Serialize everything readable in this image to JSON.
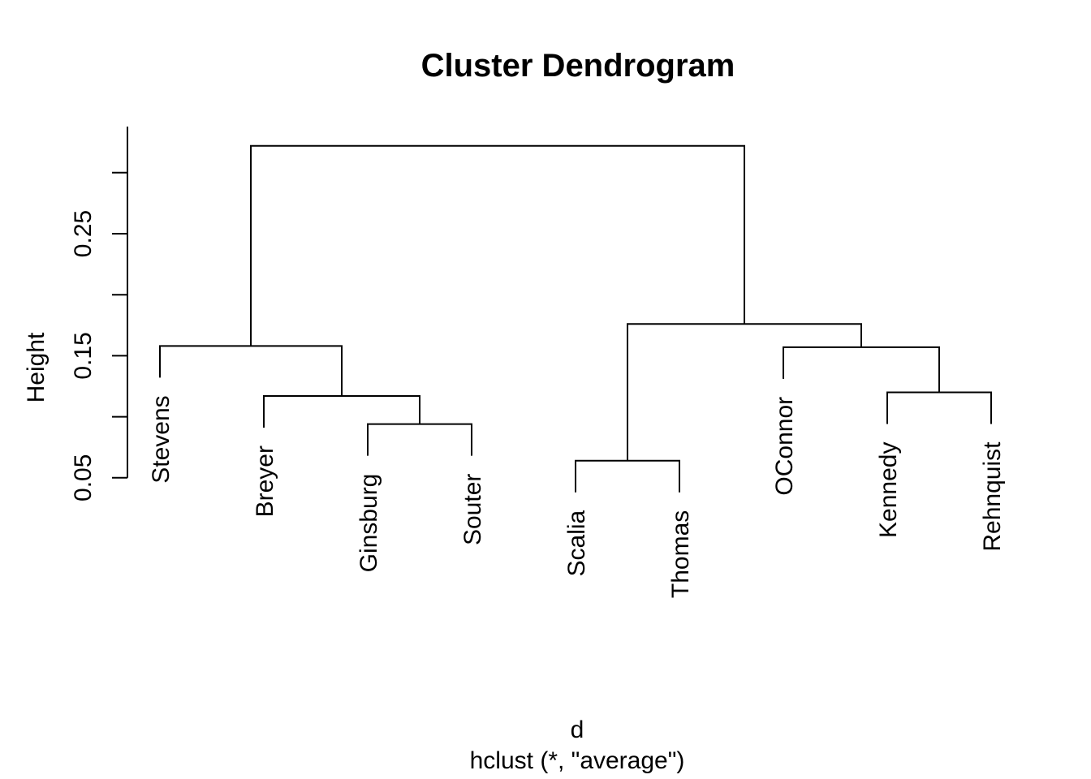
{
  "title": "Cluster Dendrogram",
  "y_axis": {
    "label": "Height",
    "tick_values": [
      0.05,
      0.1,
      0.15,
      0.2,
      0.25,
      0.3
    ],
    "tick_labels": [
      "0.05",
      "",
      "0.15",
      "",
      "0.25",
      ""
    ]
  },
  "x_axis": {
    "label": "d",
    "sublabel": "hclust (*, \"average\")"
  },
  "colors": {
    "line": "#000000",
    "text": "#000000",
    "background": "#ffffff"
  },
  "chart_data": {
    "type": "dendrogram",
    "title": "Cluster Dendrogram",
    "ylabel": "Height",
    "xlabel": "d",
    "clustering_method": "average",
    "ylim": [
      0.05,
      0.336
    ],
    "grid": false,
    "leaves_in_display_order": [
      "Stevens",
      "Breyer",
      "Ginsburg",
      "Souter",
      "Scalia",
      "Thomas",
      "OConnor",
      "Kennedy",
      "Rehnquist"
    ],
    "hang_units": 0.026,
    "merges": [
      {
        "members": [
          "Scalia",
          "Thomas"
        ],
        "height": 0.064
      },
      {
        "members": [
          "Ginsburg",
          "Souter"
        ],
        "height": 0.094
      },
      {
        "members": [
          "Breyer",
          "Ginsburg+Souter"
        ],
        "height": 0.117
      },
      {
        "members": [
          "Kennedy",
          "Rehnquist"
        ],
        "height": 0.12
      },
      {
        "members": [
          "OConnor",
          "Kennedy+Rehnquist"
        ],
        "height": 0.157
      },
      {
        "members": [
          "Stevens",
          "Breyer+Ginsburg+Souter"
        ],
        "height": 0.158
      },
      {
        "members": [
          "Scalia+Thomas",
          "OConnor+Kennedy+Rehnquist"
        ],
        "height": 0.176
      },
      {
        "members": [
          "Stevens+Breyer+Ginsburg+Souter",
          "Scalia+Thomas+OConnor+Kennedy+Rehnquist"
        ],
        "height": 0.322
      }
    ],
    "tree": {
      "h": 0.322,
      "children": [
        {
          "h": 0.158,
          "children": [
            {
              "leaf": "Stevens"
            },
            {
              "h": 0.117,
              "children": [
                {
                  "leaf": "Breyer"
                },
                {
                  "h": 0.094,
                  "children": [
                    {
                      "leaf": "Ginsburg"
                    },
                    {
                      "leaf": "Souter"
                    }
                  ]
                }
              ]
            }
          ]
        },
        {
          "h": 0.176,
          "children": [
            {
              "h": 0.064,
              "children": [
                {
                  "leaf": "Scalia"
                },
                {
                  "leaf": "Thomas"
                }
              ]
            },
            {
              "h": 0.157,
              "children": [
                {
                  "leaf": "OConnor"
                },
                {
                  "h": 0.12,
                  "children": [
                    {
                      "leaf": "Kennedy"
                    },
                    {
                      "leaf": "Rehnquist"
                    }
                  ]
                }
              ]
            }
          ]
        }
      ]
    }
  }
}
